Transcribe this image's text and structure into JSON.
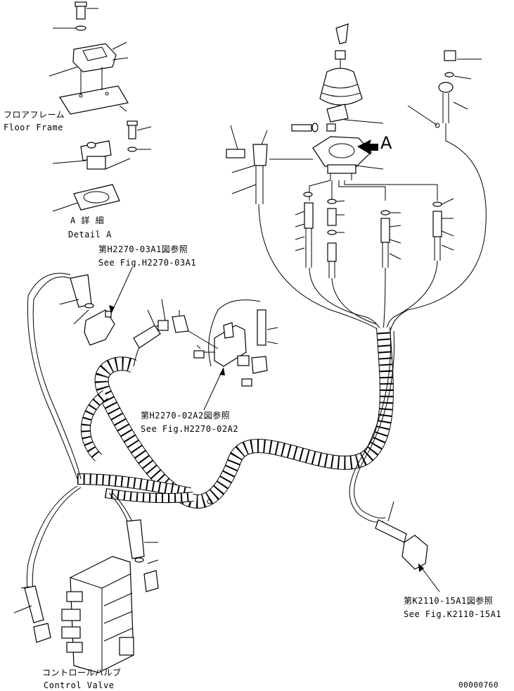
{
  "labels": {
    "floor_frame_jp": "フロアフレーム",
    "floor_frame_en": "Floor Frame",
    "detail_a_jp": "A 詳 細",
    "detail_a_en": "Detail A",
    "ref1_jp": "第H2270-03A1図参照",
    "ref1_en": "See Fig.H2270-03A1",
    "ref2_jp": "第H2270-02A2図参照",
    "ref2_en": "See Fig.H2270-02A2",
    "ref3_jp": "第K2110-15A1図参照",
    "ref3_en": "See Fig.K2110-15A1",
    "control_valve_jp": "コントロールバルブ",
    "control_valve_en": "Control Valve",
    "view_marker": "A",
    "drawing_number": "00000760"
  }
}
